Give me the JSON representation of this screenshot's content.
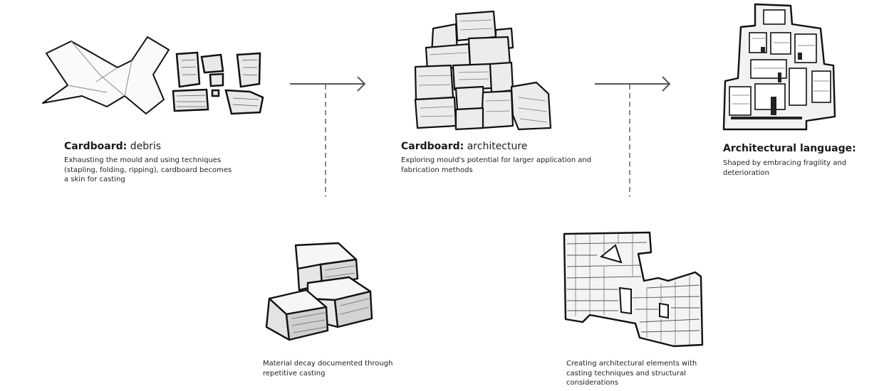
{
  "stages": [
    {
      "title_bold": "Cardboard:",
      "title_light": "debris",
      "lines": [
        "Exhausting the mould and using techniques",
        "(stapling, folding, ripping), cardboard becomes",
        "a skin for casting"
      ]
    },
    {
      "title_bold": "Cardboard:",
      "title_light": "architecture",
      "lines": [
        "Exploring mould's potential for larger application and",
        "fabrication methods"
      ]
    },
    {
      "title_bold": "Architectural language:",
      "title_light": "",
      "lines": [
        "Shaped by embracing fragility and",
        "deterioration"
      ]
    }
  ],
  "branches": [
    {
      "lines": [
        "Material decay documented through",
        "repetitive casting"
      ]
    },
    {
      "lines": [
        "Creating architectural elements with",
        "casting techniques and structural",
        "considerations"
      ]
    }
  ]
}
